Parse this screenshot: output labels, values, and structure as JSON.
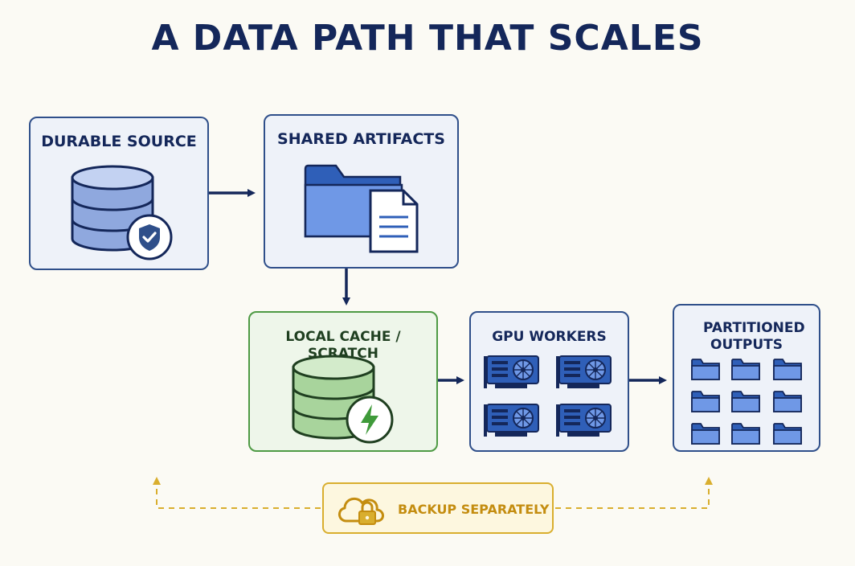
{
  "title": "A DATA PATH THAT SCALES",
  "nodes": {
    "durable_source": "DURABLE SOURCE",
    "shared_artifacts": "SHARED ARTIFACTS",
    "local_cache": "LOCAL CACHE / SCRATCH",
    "gpu_workers": "GPU WORKERS",
    "partitioned_outputs": "PARTITIONED OUTPUTS"
  },
  "backup": "BACKUP SEPARATELY",
  "icons": {
    "durable_source": [
      "database-icon",
      "shield-check-icon"
    ],
    "shared_artifacts": [
      "folder-icon",
      "document-icon"
    ],
    "local_cache": [
      "database-icon",
      "lightning-bolt-icon"
    ],
    "gpu_workers": [
      "gpu-card-icon"
    ],
    "partitioned_outputs": [
      "folder-icon"
    ],
    "backup": [
      "cloud-lock-icon"
    ]
  },
  "colors": {
    "title": "#14275a",
    "box_border": "#2f4f8a",
    "cache_border": "#4e9a44",
    "backup_accent": "#d9ae2e"
  }
}
